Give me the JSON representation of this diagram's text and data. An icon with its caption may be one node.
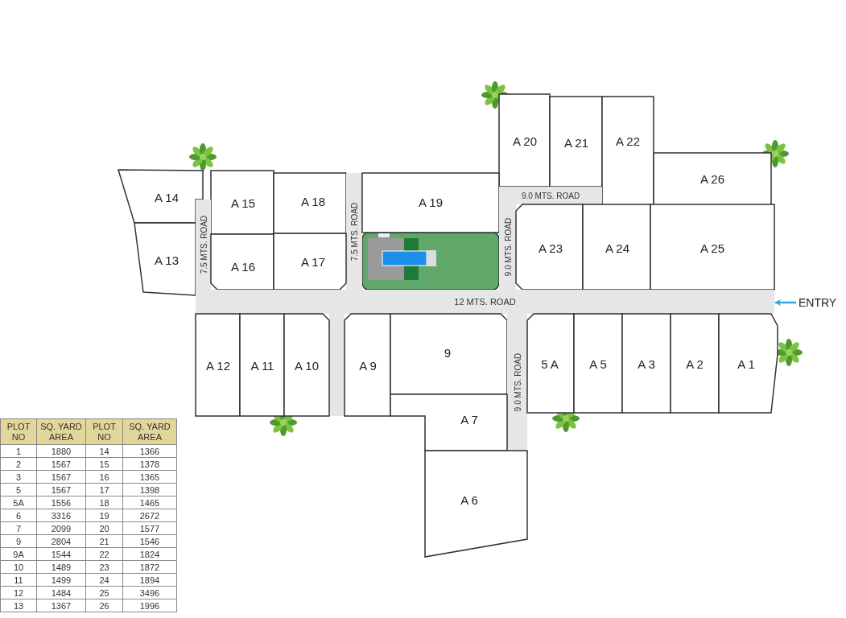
{
  "diagram": {
    "nodes": [
      {
        "text": [
          "A 20"
        ]
      },
      {
        "text": [
          "A 21"
        ]
      },
      {
        "text": [
          "A 22"
        ]
      },
      {
        "text": [
          "A 26"
        ]
      },
      {
        "text": [
          "A 14"
        ]
      },
      {
        "text": [
          "A 15"
        ]
      },
      {
        "text": [
          "A 18"
        ]
      },
      {
        "text": [
          "7.5 MTS. ROAD"
        ]
      },
      {
        "text": [
          "A 19"
        ]
      },
      {
        "text": [
          "9.0 MTS. ROAD"
        ]
      },
      {
        "text": [
          "A 13"
        ]
      },
      {
        "text": [
          "7.5 MTS. ROAD"
        ]
      },
      {
        "text": [
          "A 16"
        ]
      },
      {
        "text": [
          "A 17"
        ]
      },
      {
        "text": [
          "9.0 MTS. ROAD"
        ]
      },
      {
        "text": [
          "A 23"
        ]
      },
      {
        "text": [
          "A 24"
        ]
      },
      {
        "text": [
          "A 25"
        ]
      },
      {
        "text": [
          "12 MTS. ROAD"
        ]
      },
      {
        "text": [
          "ENTRY"
        ]
      },
      {
        "text": [
          "A 12"
        ]
      },
      {
        "text": [
          "A 11"
        ]
      },
      {
        "text": [
          "A 10"
        ]
      },
      {
        "text": [
          "A 9"
        ]
      },
      {
        "text": [
          "9"
        ]
      },
      {
        "text": [
          "9.0 MTS. ROAD"
        ]
      },
      {
        "text": [
          "5 A"
        ]
      },
      {
        "text": [
          "A 5"
        ]
      },
      {
        "text": [
          "A 3"
        ]
      },
      {
        "text": [
          "A 2"
        ]
      },
      {
        "text": [
          "A 1"
        ]
      },
      {
        "text": [
          "A 7"
        ]
      },
      {
        "text": [
          "A 6"
        ]
      }
    ],
    "edges": [
      {
        "from": 19,
        "to": 18,
        "arrow": "to",
        "color": "#29a9e0"
      }
    ],
    "labels": [
      "PLOT NO",
      "SQ. YARD AREA",
      "PLOT NO",
      "SQ. YARD AREA",
      "1",
      "1880",
      "14",
      "1366",
      "2",
      "1567",
      "15",
      "1378",
      "3",
      "1567",
      "16",
      "1365",
      "5",
      "1567",
      "17",
      "1398",
      "5A",
      "1556",
      "18",
      "1465",
      "6",
      "3316",
      "19",
      "2672",
      "7",
      "2099",
      "20",
      "1577",
      "9",
      "2804",
      "21",
      "1546",
      "9A",
      "1544",
      "22",
      "1824",
      "10",
      "1489",
      "23",
      "1872",
      "11",
      "1499",
      "24",
      "1894",
      "12",
      "1484",
      "25",
      "3496",
      "13",
      "1367",
      "26",
      "1996"
    ]
  }
}
